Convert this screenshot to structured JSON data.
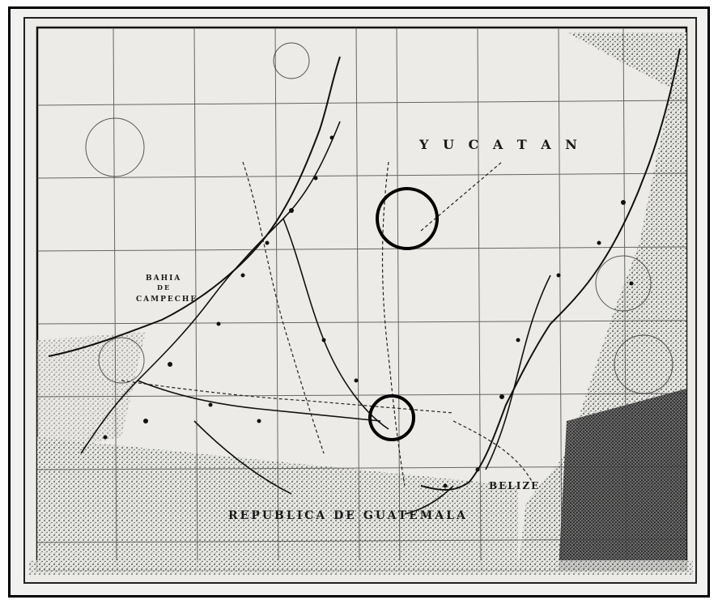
{
  "map": {
    "labels": {
      "yucatan": "Y U C A T A N",
      "bahia_line1": "BAHIA",
      "bahia_line2": "DE",
      "bahia_line3": "CAMPECHE",
      "guatemala": "REPUBLICA DE GUATEMALA",
      "belize": "BELIZE"
    },
    "colors": {
      "ink": "#1a1a1a",
      "paper": "#f1f1ef",
      "water_stipple": "#2a2a2a"
    }
  }
}
